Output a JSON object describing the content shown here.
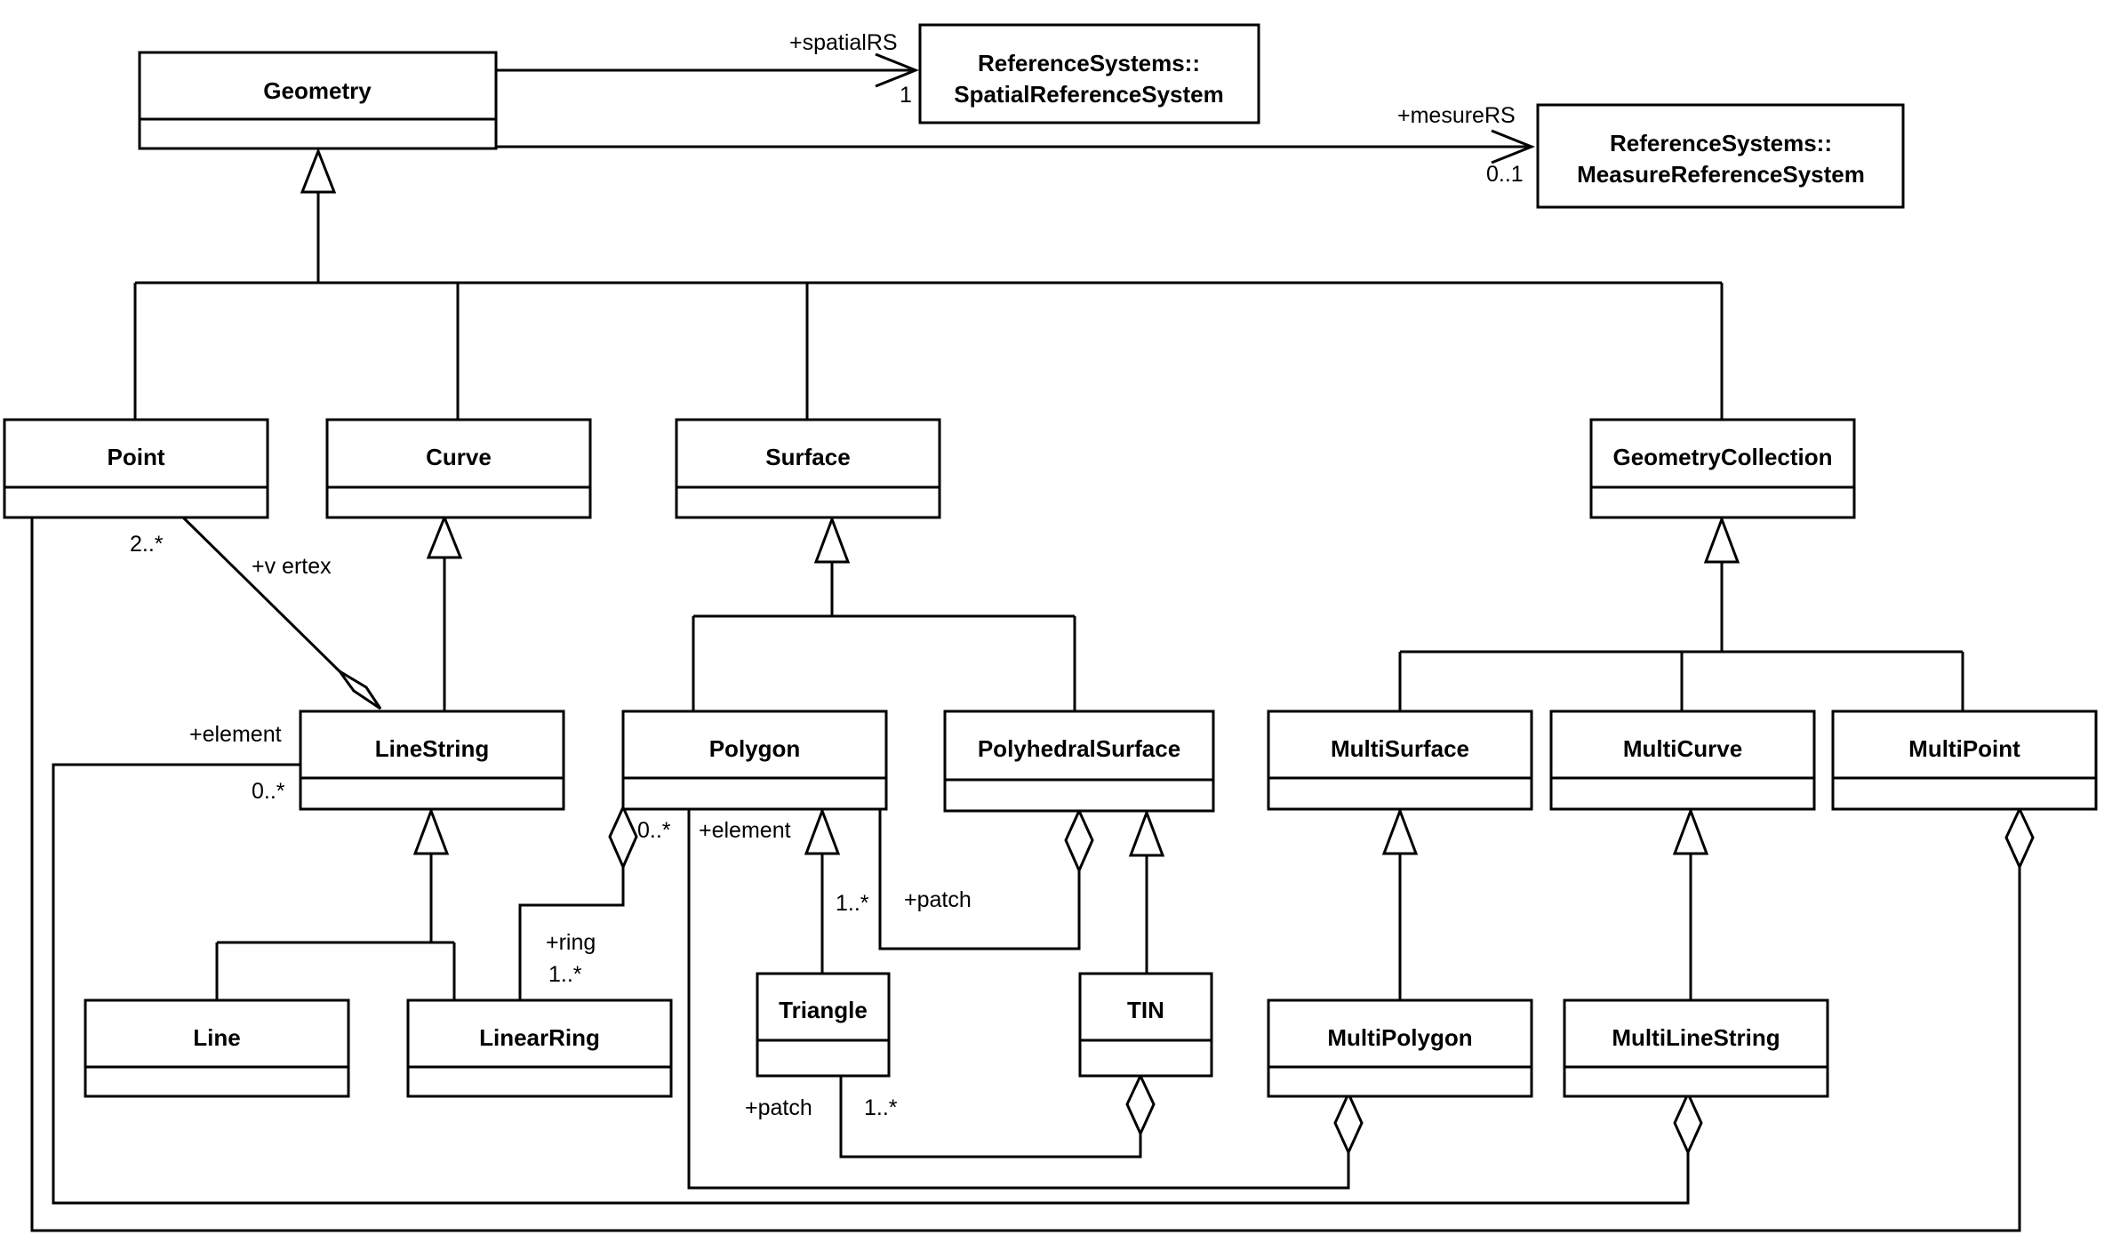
{
  "classes": {
    "geometry": "Geometry",
    "spatial_rs_1": "ReferenceSystems::",
    "spatial_rs_2": "SpatialReferenceSystem",
    "measure_rs_1": "ReferenceSystems::",
    "measure_rs_2": "MeasureReferenceSystem",
    "point": "Point",
    "curve": "Curve",
    "surface": "Surface",
    "geometry_collection": "GeometryCollection",
    "linestring": "LineString",
    "polygon": "Polygon",
    "polyhedral_surface": "PolyhedralSurface",
    "multisurface": "MultiSurface",
    "multicurve": "MultiCurve",
    "multipoint": "MultiPoint",
    "line": "Line",
    "linearring": "LinearRing",
    "triangle": "Triangle",
    "tin": "TIN",
    "multipolygon": "MultiPolygon",
    "multilinestring": "MultiLineString"
  },
  "labels": {
    "spatial_rs_role": "+spatialRS",
    "spatial_rs_mult": "1",
    "measure_rs_role": "+mesureRS",
    "measure_rs_mult": "0..1",
    "vertex_mult": "2..*",
    "vertex_role": "+v ertex",
    "element_role_ls": "+element",
    "element_mult_ls": "0..*",
    "ring_mult_poly": "0..*",
    "element_role_poly": "+element",
    "ring_role": "+ring",
    "ring_mult": "1..*",
    "triangle_mult": "1..*",
    "patch_role_ps": "+patch",
    "patch_role_tin": "+patch",
    "patch_mult_tin": "1..*"
  }
}
